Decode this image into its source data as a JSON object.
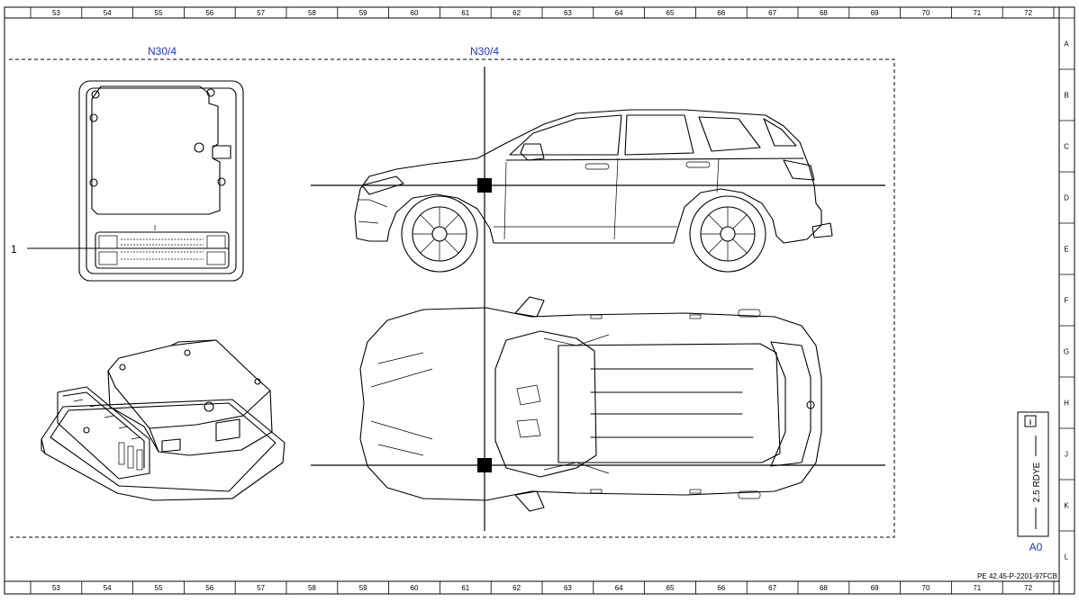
{
  "grid": {
    "columns": [
      "53",
      "54",
      "55",
      "56",
      "57",
      "58",
      "59",
      "60",
      "61",
      "62",
      "63",
      "64",
      "65",
      "66",
      "67",
      "68",
      "69",
      "70",
      "71",
      "72"
    ],
    "rows": [
      "A",
      "B",
      "C",
      "D",
      "E",
      "F",
      "G",
      "H",
      "J",
      "K",
      "L"
    ]
  },
  "labels": {
    "component_left": "N30/4",
    "component_center": "N30/4",
    "callout_1": "1",
    "wire_info": "2.5 RDYE",
    "ground_ref": "A0",
    "info_icon": "i",
    "doc_ref": "PE 42.45-P-2201-97FCB"
  },
  "colors": {
    "label_blue": "#2233cc",
    "line": "#000000"
  },
  "icons": {
    "info": "info-icon"
  }
}
